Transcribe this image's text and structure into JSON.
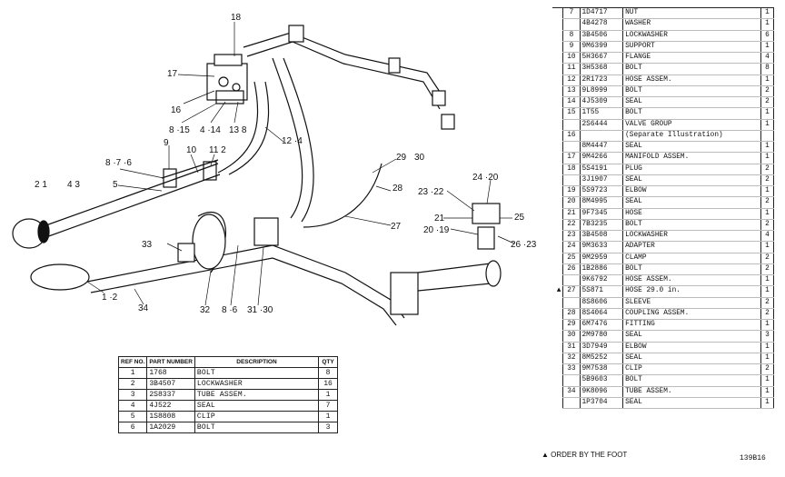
{
  "callouts": [
    {
      "id": "c18",
      "text": "18"
    },
    {
      "id": "c17",
      "text": "17"
    },
    {
      "id": "c16",
      "text": "16"
    },
    {
      "id": "c8_15",
      "text": "8 ·15"
    },
    {
      "id": "c4_14",
      "text": "4 ·14"
    },
    {
      "id": "c13_8",
      "text": "13 8"
    },
    {
      "id": "c12_4",
      "text": "12 ·4"
    },
    {
      "id": "c9",
      "text": "9"
    },
    {
      "id": "c8_7_6",
      "text": "8 ·7 ·6"
    },
    {
      "id": "c10",
      "text": "10"
    },
    {
      "id": "c11_2",
      "text": "11 2"
    },
    {
      "id": "c2_1",
      "text": "2  1"
    },
    {
      "id": "c4_3",
      "text": "4  3"
    },
    {
      "id": "c5",
      "text": "5"
    },
    {
      "id": "c29",
      "text": "29"
    },
    {
      "id": "c30",
      "text": "30"
    },
    {
      "id": "c28",
      "text": "28"
    },
    {
      "id": "c23_22",
      "text": "23 ·22"
    },
    {
      "id": "c24_20",
      "text": "24 ·20"
    },
    {
      "id": "c21",
      "text": "21"
    },
    {
      "id": "c25",
      "text": "25"
    },
    {
      "id": "c20_19",
      "text": "20 ·19"
    },
    {
      "id": "c26_23",
      "text": "26 ·23"
    },
    {
      "id": "c27",
      "text": "27"
    },
    {
      "id": "c33",
      "text": "33"
    },
    {
      "id": "c1_2",
      "text": "1 ·2"
    },
    {
      "id": "c34",
      "text": "34"
    },
    {
      "id": "c32",
      "text": "32"
    },
    {
      "id": "c8_6",
      "text": "8 ·6"
    },
    {
      "id": "c31_30",
      "text": "31 ·30"
    }
  ],
  "small_table": {
    "headers": {
      "ref": "REF NO.",
      "part": "PART NUMBER",
      "desc": "DESCRIPTION",
      "qty": "QTY"
    },
    "rows": [
      {
        "ref": "1",
        "part": "1768",
        "desc": "BOLT",
        "qty": "8"
      },
      {
        "ref": "2",
        "part": "3B4507",
        "desc": "LOCKWASHER",
        "qty": "16"
      },
      {
        "ref": "3",
        "part": "2S8337",
        "desc": "TUBE ASSEM.",
        "qty": "1"
      },
      {
        "ref": "4",
        "part": "4J522",
        "desc": "SEAL",
        "qty": "7"
      },
      {
        "ref": "5",
        "part": "1S8808",
        "desc": "CLIP",
        "qty": "1"
      },
      {
        "ref": "6",
        "part": "1A2029",
        "desc": "BOLT",
        "qty": "3"
      }
    ]
  },
  "right_table": {
    "rows": [
      {
        "mark": "",
        "ref": "7",
        "part": "1D4717",
        "desc": "NUT",
        "qty": "1"
      },
      {
        "mark": "",
        "ref": "",
        "part": "4B4278",
        "desc": "WASHER",
        "qty": "1"
      },
      {
        "mark": "",
        "ref": "8",
        "part": "3B4506",
        "desc": "LOCKWASHER",
        "qty": "6"
      },
      {
        "mark": "",
        "ref": "9",
        "part": "9M6399",
        "desc": "SUPPORT",
        "qty": "1"
      },
      {
        "mark": "",
        "ref": "10",
        "part": "5H3667",
        "desc": "FLANGE",
        "qty": "4"
      },
      {
        "mark": "",
        "ref": "11",
        "part": "3H5368",
        "desc": "BOLT",
        "qty": "8"
      },
      {
        "mark": "",
        "ref": "12",
        "part": "2R1723",
        "desc": "HOSE ASSEM.",
        "qty": "1"
      },
      {
        "mark": "",
        "ref": "13",
        "part": "9L8999",
        "desc": "BOLT",
        "qty": "2"
      },
      {
        "mark": "",
        "ref": "14",
        "part": "4J5309",
        "desc": "SEAL",
        "qty": "2"
      },
      {
        "mark": "",
        "ref": "15",
        "part": "1T55",
        "desc": "BOLT",
        "qty": "1"
      },
      {
        "mark": "",
        "ref": "",
        "part": "2S6444",
        "desc": "VALVE GROUP",
        "qty": "1"
      },
      {
        "mark": "",
        "ref": "16",
        "part": "",
        "desc": "(Separate Illustration)",
        "qty": ""
      },
      {
        "mark": "",
        "ref": "",
        "part": "8M4447",
        "desc": "SEAL",
        "qty": "1"
      },
      {
        "mark": "",
        "ref": "17",
        "part": "9M4266",
        "desc": "MANIFOLD ASSEM.",
        "qty": "1"
      },
      {
        "mark": "",
        "ref": "18",
        "part": "5S4191",
        "desc": "PLUG",
        "qty": "2"
      },
      {
        "mark": "",
        "ref": "",
        "part": "3J1907",
        "desc": "SEAL",
        "qty": "2"
      },
      {
        "mark": "",
        "ref": "19",
        "part": "5S9723",
        "desc": "ELBOW",
        "qty": "1"
      },
      {
        "mark": "",
        "ref": "20",
        "part": "8M4995",
        "desc": "SEAL",
        "qty": "2"
      },
      {
        "mark": "",
        "ref": "21",
        "part": "9F7345",
        "desc": "HOSE",
        "qty": "1"
      },
      {
        "mark": "",
        "ref": "22",
        "part": "7B3235",
        "desc": "BOLT",
        "qty": "2"
      },
      {
        "mark": "",
        "ref": "23",
        "part": "3B4508",
        "desc": "LOCKWASHER",
        "qty": "4"
      },
      {
        "mark": "",
        "ref": "24",
        "part": "9M3633",
        "desc": "ADAPTER",
        "qty": "1"
      },
      {
        "mark": "",
        "ref": "25",
        "part": "9M2959",
        "desc": "CLAMP",
        "qty": "2"
      },
      {
        "mark": "",
        "ref": "26",
        "part": "1B2886",
        "desc": "BOLT",
        "qty": "2"
      },
      {
        "mark": "",
        "ref": "",
        "part": "9K6792",
        "desc": "HOSE ASSEM.",
        "qty": "1"
      },
      {
        "mark": "▲",
        "ref": "27",
        "part": "5S871",
        "desc": "   HOSE      29.0 in.",
        "qty": "1"
      },
      {
        "mark": "",
        "ref": "",
        "part": "8S8606",
        "desc": "   SLEEVE",
        "qty": "2"
      },
      {
        "mark": "",
        "ref": "28",
        "part": "8S4064",
        "desc": "   COUPLING ASSEM.",
        "qty": "2"
      },
      {
        "mark": "",
        "ref": "29",
        "part": "6M7476",
        "desc": "FITTING",
        "qty": "1"
      },
      {
        "mark": "",
        "ref": "30",
        "part": "2M9780",
        "desc": "SEAL",
        "qty": "3"
      },
      {
        "mark": "",
        "ref": "31",
        "part": "3D7949",
        "desc": "ELBOW",
        "qty": "1"
      },
      {
        "mark": "",
        "ref": "32",
        "part": "8M5252",
        "desc": "SEAL",
        "qty": "1"
      },
      {
        "mark": "",
        "ref": "33",
        "part": "9M7538",
        "desc": "CLIP",
        "qty": "2"
      },
      {
        "mark": "",
        "ref": "",
        "part": "5B9603",
        "desc": "BOLT",
        "qty": "1"
      },
      {
        "mark": "",
        "ref": "34",
        "part": "9K8096",
        "desc": "TUBE ASSEM.",
        "qty": "1"
      },
      {
        "mark": "",
        "ref": "",
        "part": "1P3704",
        "desc": "SEAL",
        "qty": "1"
      }
    ]
  },
  "footnote": "▲ ORDER BY THE FOOT",
  "figure_code": "139B16"
}
